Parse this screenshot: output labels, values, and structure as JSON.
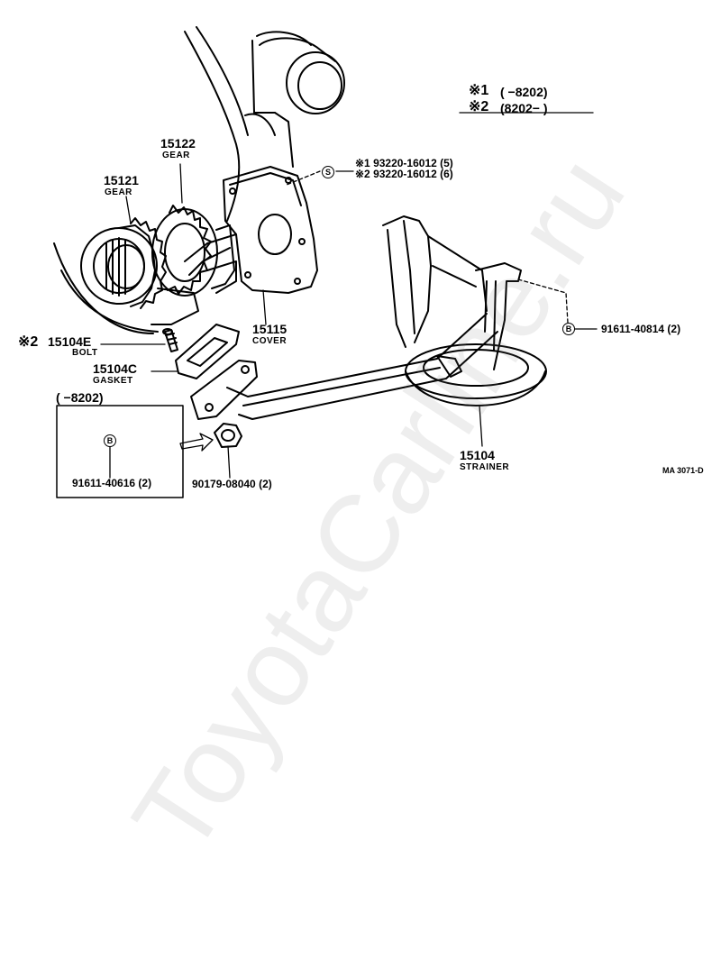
{
  "watermark": "ToyotaCarline.ru",
  "legend": {
    "mark1": "※1",
    "mark1_range": "(      −8202)",
    "mark2": "※2",
    "mark2_range": "(8202−        )"
  },
  "parts": {
    "gear_15122": {
      "number": "15122",
      "name": "GEAR"
    },
    "gear_15121": {
      "number": "15121",
      "name": "GEAR"
    },
    "cover": {
      "number": "15115",
      "name": "COVER"
    },
    "bolt": {
      "mark": "※2",
      "number": "15104E",
      "name": "BOLT"
    },
    "gasket": {
      "number": "15104C",
      "name": "GASKET"
    },
    "strainer": {
      "number": "15104",
      "name": "STRAINER"
    },
    "screws": {
      "symbol": "S",
      "line1": "※1 93220-16012 (5)",
      "line2": "※2 93220-16012 (6)"
    },
    "bolt_b_right": {
      "symbol": "B",
      "part": "91611-40814 (2)"
    },
    "nut": {
      "part": "90179-08040 (2)"
    },
    "inset": {
      "range": "(      −8202)",
      "symbol": "B",
      "part": "91611-40616 (2)"
    }
  },
  "diagram_code": "MA 3071-D"
}
